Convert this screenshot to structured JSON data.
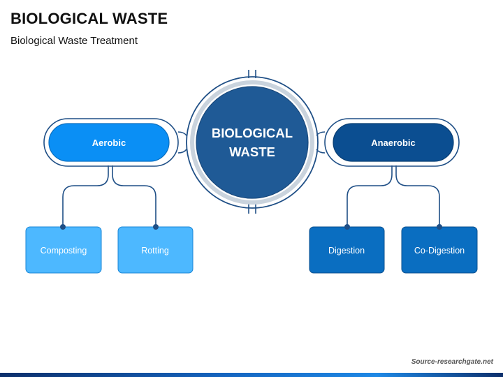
{
  "header": {
    "title": "BIOLOGICAL WASTE",
    "subtitle": "Biological Waste Treatment"
  },
  "diagram": {
    "center": {
      "line1": "BIOLOGICAL",
      "line2": "WASTE"
    },
    "left": {
      "label": "Aerobic",
      "children": [
        "Composting",
        "Rotting"
      ]
    },
    "right": {
      "label": "Anaerobic",
      "children": [
        "Digestion",
        "Co-Digestion"
      ]
    }
  },
  "footer": {
    "source": "Source-researchgate.net"
  },
  "colors": {
    "center_fill": "#1f5a96",
    "outline": "#1f4f86",
    "aerobic_fill": "#0a8ff5",
    "aerobic_child_fill": "#4db8ff",
    "aerobic_child_stroke": "#1a86d6",
    "anaerobic_fill": "#0b4e91",
    "anaerobic_child_fill": "#0a6ec1",
    "anaerobic_child_stroke": "#0a4f8e",
    "connector": "#1f4f86"
  }
}
